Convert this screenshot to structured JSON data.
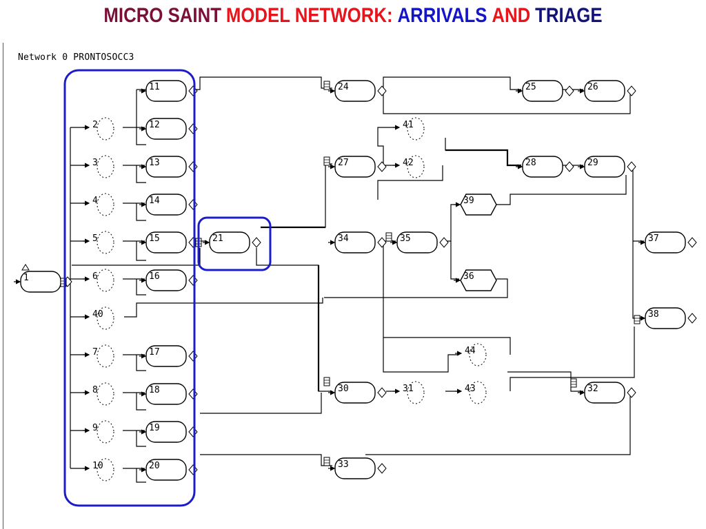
{
  "title": {
    "segments": [
      {
        "text": "MICRO SAINT",
        "color": "#7a1038"
      },
      {
        "text": "MODEL NETWORK:",
        "color": "#e8141b"
      },
      {
        "text": "ARRIVALS",
        "color": "#1414c8"
      },
      {
        "text": "AND",
        "color": "#e8141b"
      },
      {
        "text": "TRIAGE",
        "color": "#141478"
      }
    ]
  },
  "network_label": "Network 0 PRONTOSOCC3",
  "colors": {
    "highlight": "#1c1cc8",
    "line": "#000000"
  },
  "nodes": [
    {
      "id": "1",
      "label": "1",
      "shape": "rounded",
      "start": true
    },
    {
      "id": "2",
      "label": "2",
      "shape": "dashed"
    },
    {
      "id": "3",
      "label": "3",
      "shape": "dashed"
    },
    {
      "id": "4",
      "label": "4",
      "shape": "dashed"
    },
    {
      "id": "5",
      "label": "5",
      "shape": "dashed"
    },
    {
      "id": "6",
      "label": "6",
      "shape": "dashed"
    },
    {
      "id": "40",
      "label": "40",
      "shape": "dashed"
    },
    {
      "id": "7",
      "label": "7",
      "shape": "dashed"
    },
    {
      "id": "8",
      "label": "8",
      "shape": "dashed"
    },
    {
      "id": "9",
      "label": "9",
      "shape": "dashed"
    },
    {
      "id": "10",
      "label": "10",
      "shape": "dashed"
    },
    {
      "id": "11",
      "label": "11",
      "shape": "rounded"
    },
    {
      "id": "12",
      "label": "12",
      "shape": "rounded"
    },
    {
      "id": "13",
      "label": "13",
      "shape": "rounded"
    },
    {
      "id": "14",
      "label": "14",
      "shape": "rounded"
    },
    {
      "id": "15",
      "label": "15",
      "shape": "rounded"
    },
    {
      "id": "16",
      "label": "16",
      "shape": "rounded"
    },
    {
      "id": "17",
      "label": "17",
      "shape": "rounded"
    },
    {
      "id": "18",
      "label": "18",
      "shape": "rounded"
    },
    {
      "id": "19",
      "label": "19",
      "shape": "rounded"
    },
    {
      "id": "20",
      "label": "20",
      "shape": "rounded"
    },
    {
      "id": "21",
      "label": "21",
      "shape": "rounded"
    },
    {
      "id": "24",
      "label": "24",
      "shape": "rounded"
    },
    {
      "id": "25",
      "label": "25",
      "shape": "rounded"
    },
    {
      "id": "26",
      "label": "26",
      "shape": "rounded"
    },
    {
      "id": "27",
      "label": "27",
      "shape": "rounded"
    },
    {
      "id": "28",
      "label": "28",
      "shape": "rounded"
    },
    {
      "id": "29",
      "label": "29",
      "shape": "rounded"
    },
    {
      "id": "30",
      "label": "30",
      "shape": "rounded"
    },
    {
      "id": "31",
      "label": "31",
      "shape": "dashed"
    },
    {
      "id": "32",
      "label": "32",
      "shape": "rounded"
    },
    {
      "id": "33",
      "label": "33",
      "shape": "rounded"
    },
    {
      "id": "34",
      "label": "34",
      "shape": "rounded"
    },
    {
      "id": "35",
      "label": "35",
      "shape": "rounded"
    },
    {
      "id": "36",
      "label": "36",
      "shape": "hexagon"
    },
    {
      "id": "37",
      "label": "37",
      "shape": "rounded"
    },
    {
      "id": "38",
      "label": "38",
      "shape": "rounded"
    },
    {
      "id": "39",
      "label": "39",
      "shape": "hexagon"
    },
    {
      "id": "41",
      "label": "41",
      "shape": "dashed"
    },
    {
      "id": "42",
      "label": "42",
      "shape": "dashed"
    },
    {
      "id": "43",
      "label": "43",
      "shape": "dashed"
    },
    {
      "id": "44",
      "label": "44",
      "shape": "dashed"
    }
  ]
}
